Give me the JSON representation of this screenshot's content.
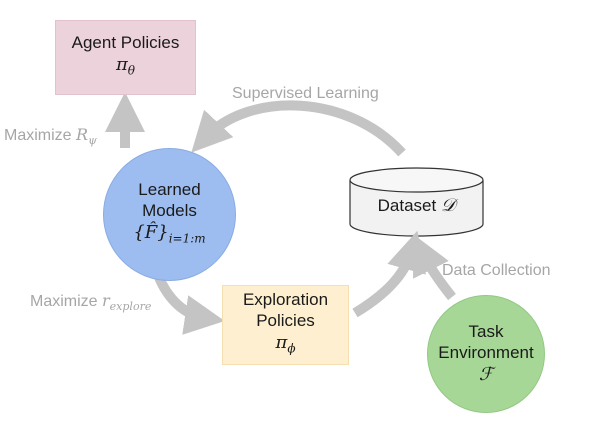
{
  "agent_policies": {
    "title": "Agent Policies",
    "symbol": "π",
    "sub": "θ"
  },
  "learned_models": {
    "line1": "Learned",
    "line2": "Models",
    "set_symbol": "{F̂}",
    "set_sub": "i=1:m"
  },
  "exploration_policies": {
    "line1": "Exploration",
    "line2": "Policies",
    "symbol": "π",
    "sub": "ϕ"
  },
  "dataset": {
    "label": "Dataset",
    "symbol": "𝒟"
  },
  "task_environment": {
    "line1": "Task",
    "line2": "Environment",
    "symbol": "ℱ"
  },
  "edges": {
    "supervised_learning": "Supervised Learning",
    "maximize_R": {
      "text": "Maximize",
      "var": "R",
      "sub": "ψ"
    },
    "maximize_r_explore": {
      "text": "Maximize",
      "var": "r",
      "sub": "explore"
    },
    "data_collection": "Data Collection"
  },
  "colors": {
    "agent_box": "#ecd2da",
    "exploration_box": "#fdefcf",
    "learned_circle": "#9dbdf0",
    "task_circle": "#a6d796",
    "dataset_fill": "#f2f2f2",
    "arrow": "#c4c4c4",
    "edge_label": "#a6a6a6"
  }
}
